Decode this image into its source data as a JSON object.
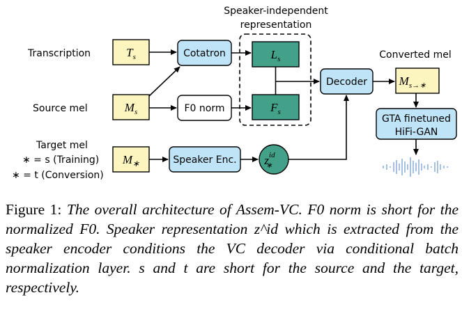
{
  "figure": {
    "title_top": [
      "Speaker-independent",
      "representation"
    ],
    "rows": {
      "transcription": "Transcription",
      "source_mel": "Source mel",
      "target_mel": "Target mel",
      "target_line2": "∗ = s (Training)",
      "target_line3": "∗ = t (Conversion)"
    },
    "nodes": {
      "Ts": "Ts",
      "Ms": "Ms",
      "Mstar": "M∗",
      "cotatron": "Cotatron",
      "f0norm": "F0 norm",
      "speaker_enc": "Speaker Enc.",
      "zid": "z id ∗",
      "Ls": "Ls",
      "Fs": "Fs",
      "decoder": "Decoder",
      "converted_label": "Converted mel",
      "Ms_to_star": "Ms→∗",
      "vocoder_line1": "GTA finetuned",
      "vocoder_line2": "HiFi-GAN"
    },
    "colors": {
      "yellow": "#fdf5c0",
      "blue": "#bfe4f7",
      "green": "#43a18a",
      "white": "#ffffff",
      "waveform": "#7fa6d9"
    }
  },
  "caption": {
    "prefix": "Figure 1:",
    "text": "The overall architecture of Assem-VC. F0 norm is short for the normalized F0. Speaker representation z^id which is extracted from the speaker encoder conditions the VC decoder via conditional batch normalization layer. s and t are short for the source and the target, respectively."
  }
}
